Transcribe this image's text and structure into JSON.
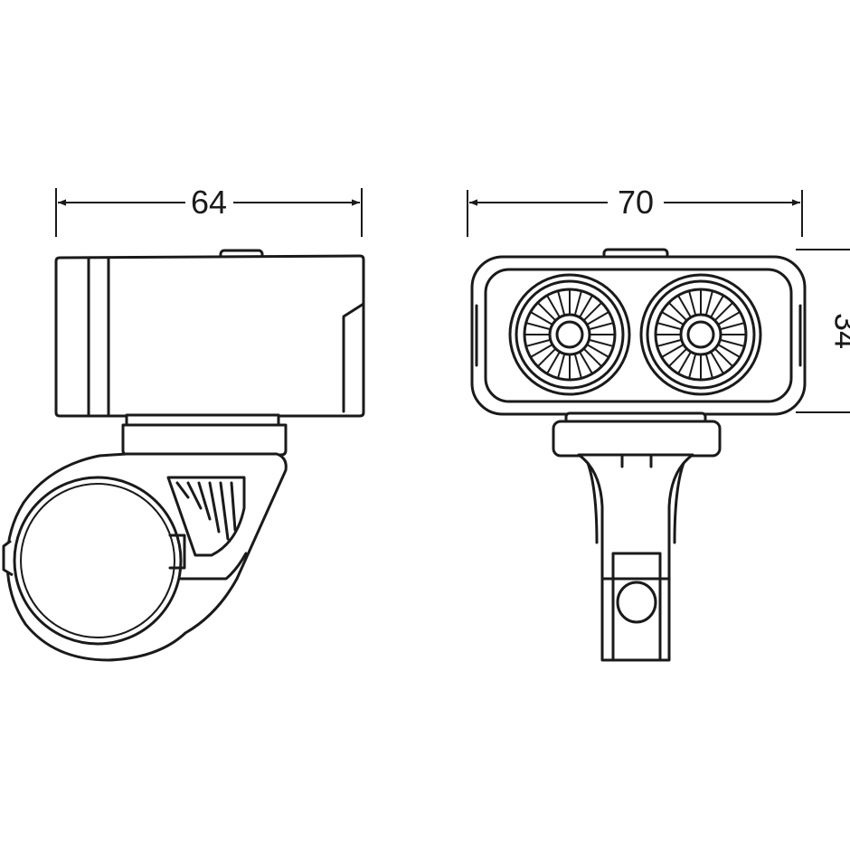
{
  "dimensions": {
    "side_width": "64",
    "front_width": "70",
    "front_height": "34"
  }
}
